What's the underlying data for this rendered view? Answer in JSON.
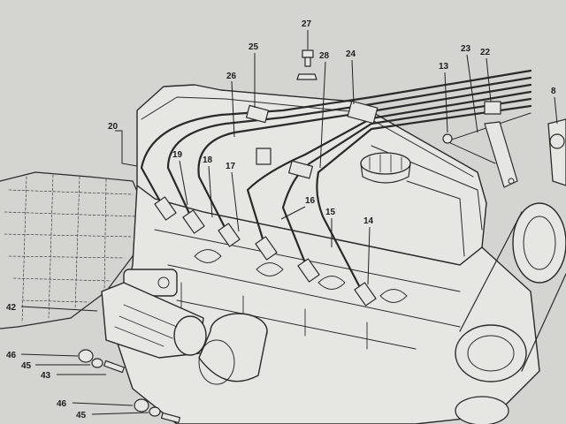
{
  "diagram": {
    "labels": [
      {
        "id": "27",
        "text": "27"
      },
      {
        "id": "25",
        "text": "25"
      },
      {
        "id": "28",
        "text": "28"
      },
      {
        "id": "24",
        "text": "24"
      },
      {
        "id": "23",
        "text": "23"
      },
      {
        "id": "22",
        "text": "22"
      },
      {
        "id": "13",
        "text": "13"
      },
      {
        "id": "8",
        "text": "8"
      },
      {
        "id": "26",
        "text": "26"
      },
      {
        "id": "20",
        "text": "20"
      },
      {
        "id": "19",
        "text": "19"
      },
      {
        "id": "18",
        "text": "18"
      },
      {
        "id": "17",
        "text": "17"
      },
      {
        "id": "16",
        "text": "16"
      },
      {
        "id": "15",
        "text": "15"
      },
      {
        "id": "14",
        "text": "14"
      },
      {
        "id": "42",
        "text": "42"
      },
      {
        "id": "46a",
        "text": "46"
      },
      {
        "id": "45a",
        "text": "45"
      },
      {
        "id": "43",
        "text": "43"
      },
      {
        "id": "46b",
        "text": "46"
      },
      {
        "id": "45b",
        "text": "45"
      }
    ]
  }
}
